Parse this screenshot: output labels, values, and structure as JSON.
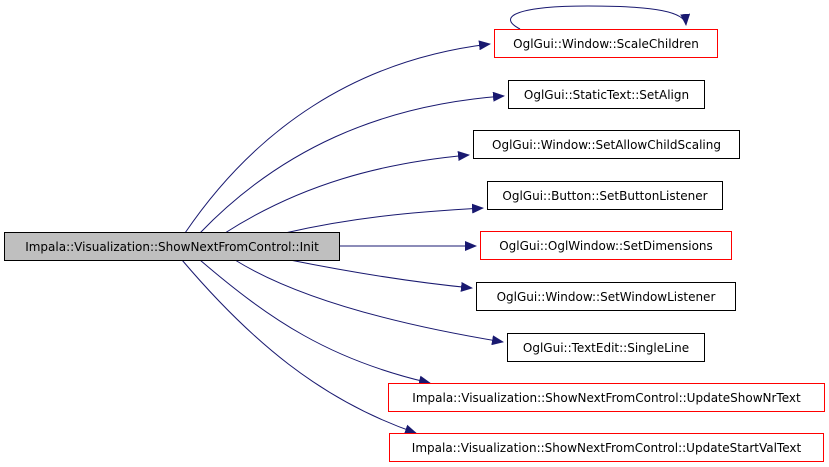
{
  "colors": {
    "edge": "#191970",
    "root_fill": "#bfbfbf",
    "node_border_default": "#000000",
    "node_border_highlight": "#ff0000"
  },
  "graph": {
    "root": {
      "label": "Impala::Visualization::ShowNextFromControl::Init"
    },
    "nodes": [
      {
        "id": "scalechildren",
        "label": "OglGui::Window::ScaleChildren",
        "border": "red",
        "self_loop": true
      },
      {
        "id": "setalign",
        "label": "OglGui::StaticText::SetAlign",
        "border": "black"
      },
      {
        "id": "setallowchildscaling",
        "label": "OglGui::Window::SetAllowChildScaling",
        "border": "black"
      },
      {
        "id": "setbuttonlistener",
        "label": "OglGui::Button::SetButtonListener",
        "border": "black"
      },
      {
        "id": "setdimensions",
        "label": "OglGui::OglWindow::SetDimensions",
        "border": "red"
      },
      {
        "id": "setwindowlistener",
        "label": "OglGui::Window::SetWindowListener",
        "border": "black"
      },
      {
        "id": "singleline",
        "label": "OglGui::TextEdit::SingleLine",
        "border": "black"
      },
      {
        "id": "updateshownrtext",
        "label": "Impala::Visualization::ShowNextFromControl::UpdateShowNrText",
        "border": "red"
      },
      {
        "id": "updatestartvaltext",
        "label": "Impala::Visualization::ShowNextFromControl::UpdateStartValText",
        "border": "red"
      }
    ]
  }
}
